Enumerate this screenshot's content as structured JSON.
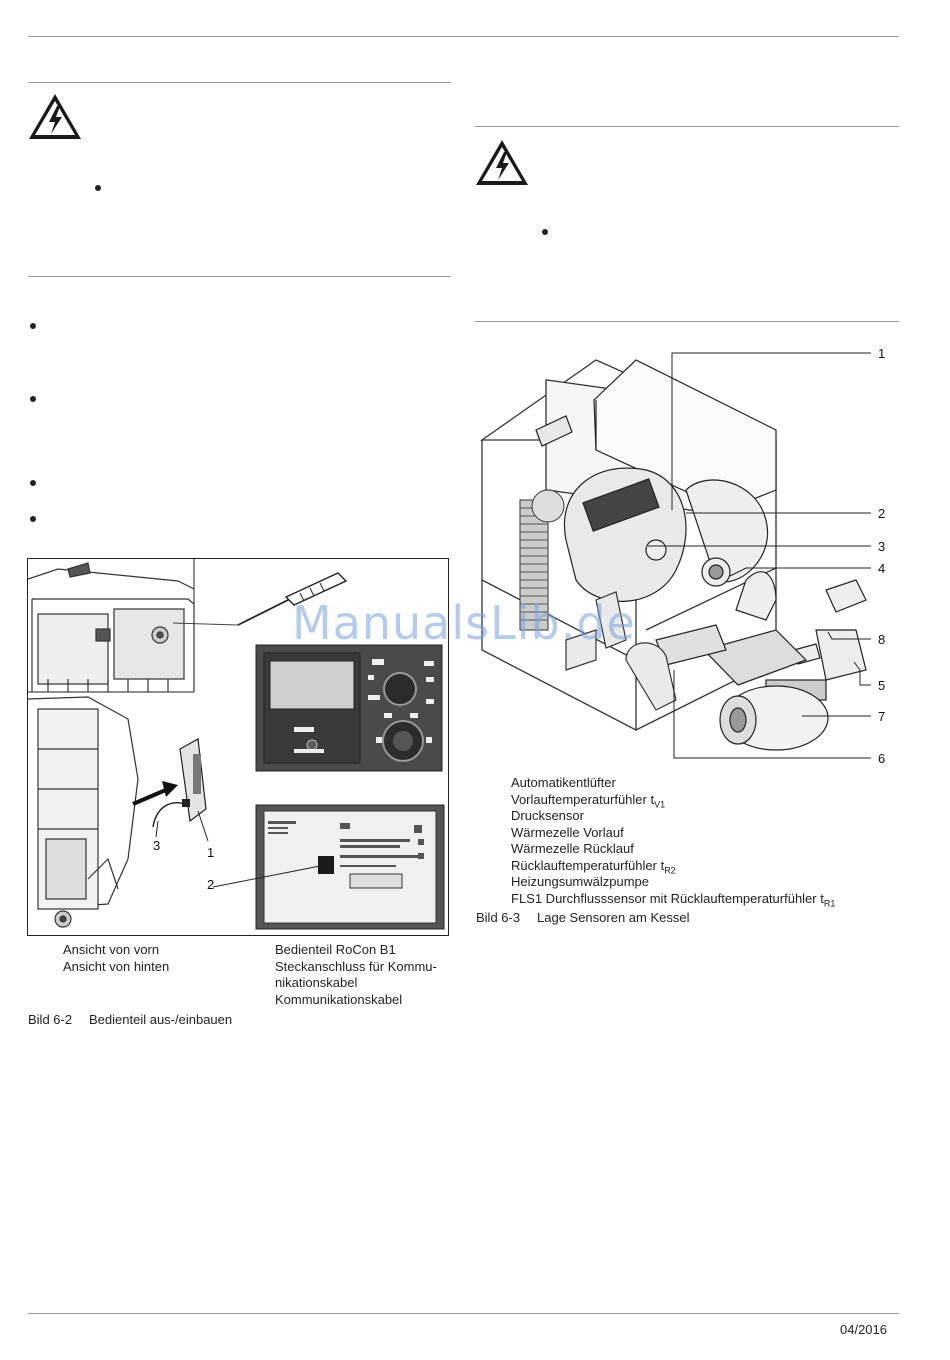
{
  "figure_left": {
    "callouts": [
      "1",
      "2",
      "3"
    ],
    "legend_left": [
      "Ansicht von vorn",
      "Ansicht von hinten"
    ],
    "legend_right": [
      "Bedienteil RoCon B1",
      "Steckanschluss für Kommu-",
      "nikationskabel",
      "Kommunikationskabel"
    ],
    "caption_number": "Bild 6-2",
    "caption_text": "Bedienteil aus-/einbauen"
  },
  "figure_right": {
    "callouts": [
      "1",
      "2",
      "3",
      "4",
      "8",
      "5",
      "7",
      "6"
    ],
    "legend": [
      {
        "text": "Automatikentlüfter",
        "sub": ""
      },
      {
        "text": "Vorlauftemperaturfühler t",
        "sub": "V1"
      },
      {
        "text": "Drucksensor",
        "sub": ""
      },
      {
        "text": "Wärmezelle Vorlauf",
        "sub": ""
      },
      {
        "text": "Wärmezelle Rücklauf",
        "sub": ""
      },
      {
        "text": "Rücklauftemperaturfühler t",
        "sub": "R2"
      },
      {
        "text": "Heizungsumwälzpumpe",
        "sub": ""
      },
      {
        "text": "FLS1 Durchflusssensor mit Rücklauftemperaturfühler t",
        "sub": "R1"
      }
    ],
    "caption_number": "Bild 6-3",
    "caption_text": "Lage Sensoren am Kessel"
  },
  "watermark": "ManualsLib.de",
  "footer": {
    "date": "04/2016"
  },
  "colors": {
    "rule": "#9a9a9a",
    "watermark": "#78a0dc",
    "panel": "#4a4a4a"
  }
}
